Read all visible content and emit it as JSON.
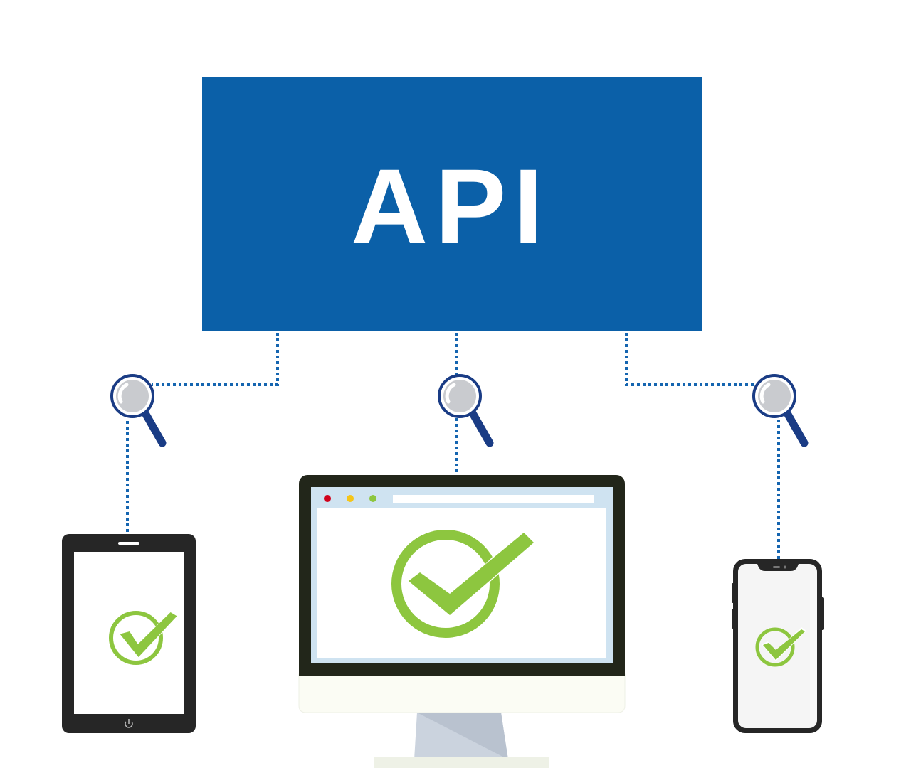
{
  "api_box": {
    "label": "API",
    "color": "#0B60A8",
    "text_color": "#FFFFFF"
  },
  "connector_color": "#1565B0",
  "magnifier": {
    "ring_color": "#1A3C85",
    "lens_color": "#C9CBCF",
    "handle_color": "#1A3C85"
  },
  "devices": [
    {
      "name": "tablet",
      "status": "checked",
      "icon": "check-circle-icon"
    },
    {
      "name": "desktop-monitor",
      "status": "checked",
      "icon": "check-circle-icon"
    },
    {
      "name": "smartphone",
      "status": "checked",
      "icon": "check-circle-icon"
    }
  ],
  "check_color": "#8DC63F",
  "browser_dots": [
    "#D0021B",
    "#F5C518",
    "#8DC63F"
  ]
}
